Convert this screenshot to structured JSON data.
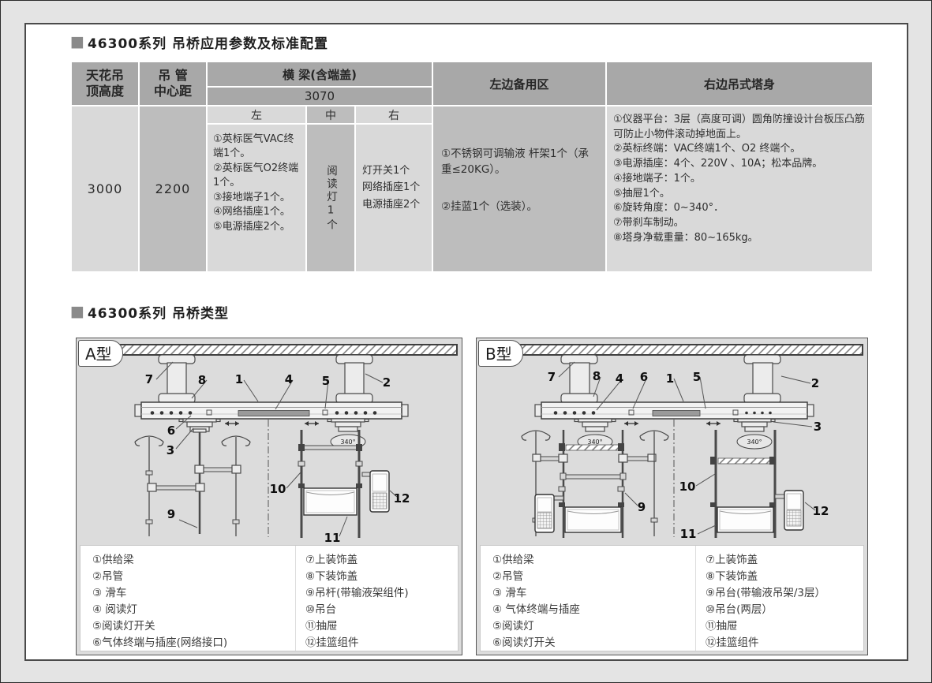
{
  "section1": {
    "marker": "■",
    "title": "46300系列 吊桥应用参数及标准配置"
  },
  "section2": {
    "marker": "■",
    "title": "46300系列 吊桥类型"
  },
  "table": {
    "headers": {
      "col1": "天花吊\n顶高度",
      "col2": "吊 管\n中心距",
      "beam": "横 梁(含端盖)",
      "beam_length": "3070",
      "sub_left": "左",
      "sub_mid": "中",
      "sub_right": "右",
      "left_zone": "左边备用区",
      "right_tower": "右边吊式塔身"
    },
    "values": {
      "ceiling_height": "3000",
      "pipe_distance": "2200",
      "beam_mid": "阅读灯1个"
    },
    "beam_left_items": [
      "①英标医气VAC终端1个。",
      "②英标医气O2终端1个。",
      "③接地端子1个。",
      "④网络插座1个。",
      "⑤电源插座2个。"
    ],
    "beam_right_items": [
      "灯开关1个",
      "网络插座1个",
      "电源插座2个"
    ],
    "left_zone_items": [
      "①不锈钢可调输液 杆架1个（承重≤20KG）。",
      "②挂蓝1个（选装）。"
    ],
    "right_tower_items": [
      "①仪器平台：3层（高度可调）圆角防撞设计台板压凸筋可防止小物件滚动掉地面上。",
      "②英标终端：VAC终端1个、O2 终端个。",
      "③电源插座：4个、220V 、10A；松本品牌。",
      "④接地端子：1个。",
      "⑤抽屉1个。",
      "⑥旋转角度：0~340°．",
      "⑦带刹车制动。",
      "⑧塔身净载重量：80~165kg。"
    ]
  },
  "diagram_a": {
    "label": "A型",
    "rotation": "340°",
    "callouts": [
      "7",
      "8",
      "1",
      "4",
      "5",
      "2",
      "6",
      "3",
      "10",
      "12",
      "9",
      "11"
    ],
    "legend_col1": [
      "①供给梁",
      "②吊管",
      "③ 滑车",
      "④ 阅读灯",
      "⑤阅读灯开关",
      "⑥气体终端与插座(网络接口)"
    ],
    "legend_col2": [
      "⑦上装饰盖",
      "⑧下装饰盖",
      "⑨吊杆(带输液架组件)",
      "⑩吊台",
      "⑪抽屉",
      "⑫挂篮组件"
    ]
  },
  "diagram_b": {
    "label": "B型",
    "rotation": "340°",
    "callouts": [
      "7",
      "8",
      "4",
      "6",
      "1",
      "5",
      "2",
      "3",
      "10",
      "9",
      "12",
      "11"
    ],
    "legend_col1": [
      "①供给梁",
      "②吊管",
      "③ 滑车",
      "④ 气体终端与插座",
      "⑤阅读灯",
      "⑥阅读灯开关"
    ],
    "legend_col2": [
      "⑦上装饰盖",
      "⑧下装饰盖",
      "⑨吊台(带输液吊架/3层）",
      "⑩吊台(两层）",
      "⑪抽屉",
      "⑫挂篮组件"
    ]
  },
  "colors": {
    "header_bg": "#a8a8a8",
    "cell_light": "#d9d9d9",
    "cell_mid": "#bdbdbd",
    "panel_bg": "#dcdcdc",
    "page_border": "#4a4a4a"
  }
}
